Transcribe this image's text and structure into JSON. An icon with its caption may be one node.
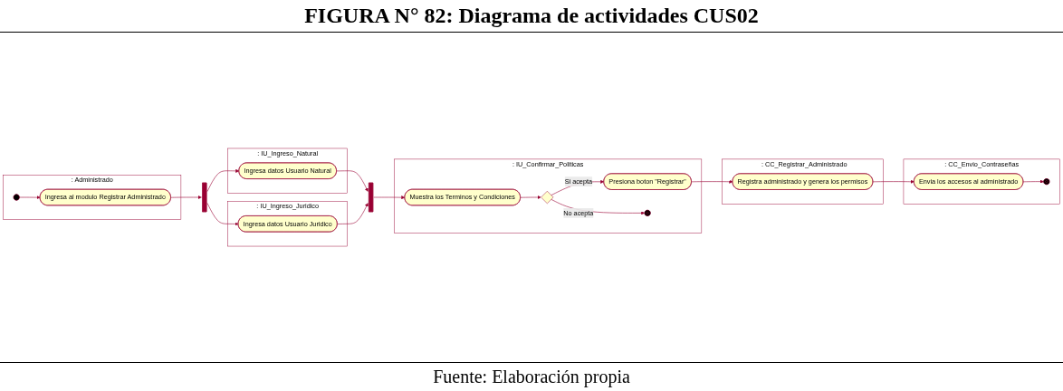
{
  "diagram": {
    "title": "FIGURA N° 82: Diagrama de actividades CUS02",
    "caption": "Fuente: Elaboración propia",
    "nodes": [
      {
        "text": [
          ": Administrado"
        ]
      },
      {
        "text": [
          ": IU_Ingreso_Natural"
        ]
      },
      {
        "text": [
          ": IU_Ingreso_Juridico"
        ]
      },
      {
        "text": [
          ": IU_Confirmar_Politicas"
        ]
      },
      {
        "text": [
          ": CC_Registrar_Administrado"
        ]
      },
      {
        "text": [
          ": CC_Envio_Contraseñas"
        ]
      },
      {
        "text": [],
        "shape": "circle",
        "in": 0
      },
      {
        "text": [
          "Ingresa al modulo Registrar Administrado"
        ],
        "in": 0
      },
      {
        "text": [],
        "shape": "bar"
      },
      {
        "text": [
          "Ingresa datos Usuario Natural"
        ],
        "in": 1
      },
      {
        "text": [
          "Ingresa datos Usuario Juridico"
        ],
        "in": 2
      },
      {
        "text": [],
        "shape": "bar"
      },
      {
        "text": [
          "Muestra los Terminos y Condiciones"
        ],
        "in": 3
      },
      {
        "text": [],
        "shape": "diamond",
        "in": 3
      },
      {
        "text": [
          "Presiona boton \"Registrar\""
        ],
        "in": 3
      },
      {
        "text": [],
        "shape": "circle",
        "in": 3
      },
      {
        "text": [
          "Registra administrado y genera los permisos"
        ],
        "in": 4
      },
      {
        "text": [
          "Envia los accesos al administrado"
        ],
        "in": 5
      },
      {
        "text": [],
        "shape": "circle",
        "in": 5
      }
    ],
    "edges": [
      {
        "from": 6,
        "to": 7,
        "arrow": "to"
      },
      {
        "from": 7,
        "to": 8,
        "arrow": "to"
      },
      {
        "from": 8,
        "to": 9,
        "arrow": "to"
      },
      {
        "from": 8,
        "to": 10,
        "arrow": "to"
      },
      {
        "from": 9,
        "to": 11,
        "arrow": "to"
      },
      {
        "from": 10,
        "to": 11,
        "arrow": "to"
      },
      {
        "from": 11,
        "to": 12,
        "arrow": "to"
      },
      {
        "from": 12,
        "to": 13,
        "arrow": "to"
      },
      {
        "from": 13,
        "to": 14,
        "arrow": "to",
        "label": "Si acepta"
      },
      {
        "from": 13,
        "to": 15,
        "arrow": "to",
        "label": "No acepta"
      },
      {
        "from": 14,
        "to": 16,
        "arrow": "to"
      },
      {
        "from": 16,
        "to": 17,
        "arrow": "to"
      },
      {
        "from": 17,
        "to": 18,
        "arrow": "to"
      }
    ]
  }
}
